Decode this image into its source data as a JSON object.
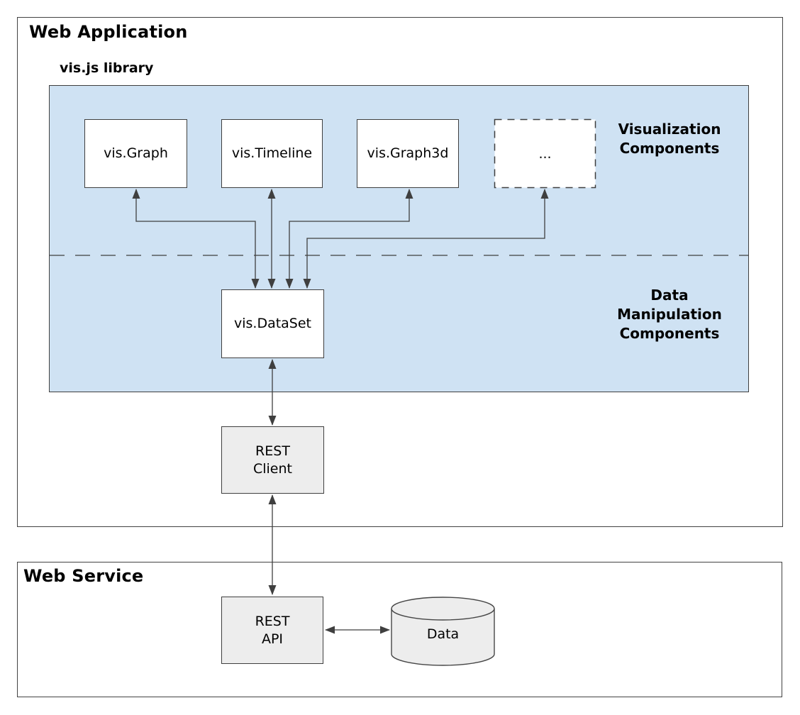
{
  "colors": {
    "panel_blue": "#cfe2f3",
    "node_white": "#ffffff",
    "node_gray": "#ededed",
    "stroke": "#3f3f3f"
  },
  "web_application": {
    "title": "Web Application",
    "vis_library": {
      "heading": "vis.js library",
      "visualization_components": [
        {
          "label": "vis.Graph"
        },
        {
          "label": "vis.Timeline"
        },
        {
          "label": "vis.Graph3d"
        },
        {
          "label": "..."
        }
      ],
      "visualization_section_label": "Visualization\nComponents",
      "data_manipulation_section_label": "Data\nManipulation\nComponents",
      "dataset": {
        "label": "vis.DataSet"
      }
    },
    "rest_client": {
      "label": "REST\nClient"
    }
  },
  "web_service": {
    "title": "Web Service",
    "rest_api": {
      "label": "REST\nAPI"
    },
    "data_store": {
      "label": "Data"
    }
  }
}
